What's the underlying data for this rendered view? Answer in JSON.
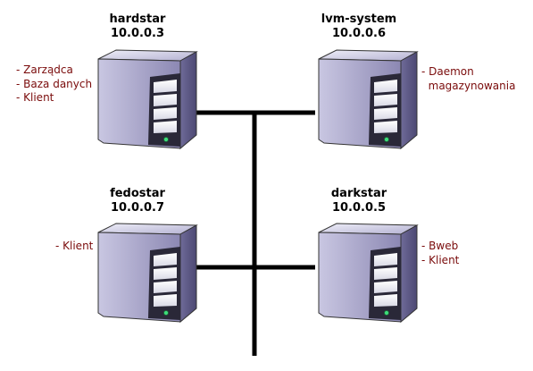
{
  "colors": {
    "role_text": "#7a0b0b",
    "server_body": "#a9a6c9",
    "network_line": "#000000"
  },
  "hosts": [
    {
      "name": "hardstar",
      "ip": "10.0.0.3",
      "roles": [
        "- Zarządca",
        "- Baza danych",
        "- Klient"
      ],
      "icon": "server-tower-icon"
    },
    {
      "name": "lvm-system",
      "ip": "10.0.0.6",
      "roles": [
        "- Daemon",
        "  magazynowania"
      ],
      "icon": "server-tower-icon"
    },
    {
      "name": "fedostar",
      "ip": "10.0.0.7",
      "roles": [
        "- Klient"
      ],
      "icon": "server-tower-icon"
    },
    {
      "name": "darkstar",
      "ip": "10.0.0.5",
      "roles": [
        "- Bweb",
        "- Klient"
      ],
      "icon": "server-tower-icon"
    }
  ]
}
